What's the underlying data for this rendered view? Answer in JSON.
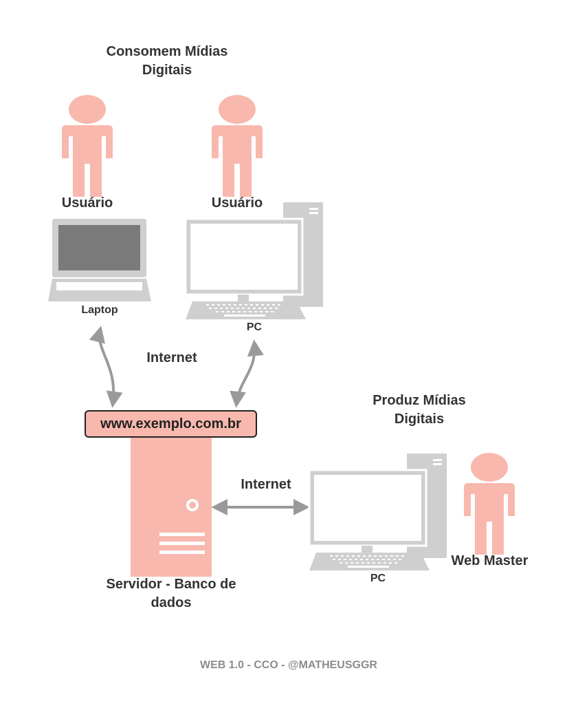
{
  "consumers": {
    "title": "Consomem Mídias Digitais",
    "user1_label": "Usuário",
    "user2_label": "Usuário",
    "laptop_label": "Laptop",
    "pc_label": "PC"
  },
  "network": {
    "internet_label_top": "Internet",
    "internet_label_server": "Internet"
  },
  "server": {
    "url": "www.exemplo.com.br",
    "label": "Servidor - Banco de dados"
  },
  "producer": {
    "title": "Produz Mídias Digitais",
    "pc_label": "PC",
    "user_label": "Web Master"
  },
  "footer": {
    "credit": "WEB 1.0 - CCO - @MATHEUSGGR"
  },
  "colors": {
    "person": "#f8b8ad",
    "device": "#cfcfcf",
    "screen_dark": "#7a7a7a",
    "arrow": "#9a9a9a"
  },
  "icons": [
    "user-icon",
    "laptop-icon",
    "desktop-pc-icon",
    "server-tower-icon",
    "bidirectional-arrow"
  ]
}
